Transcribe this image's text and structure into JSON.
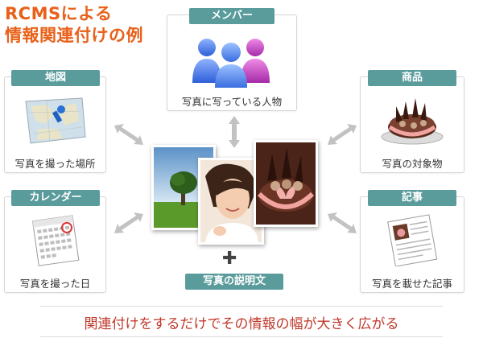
{
  "title_line1": "RCMSによる",
  "title_line2": "情報関連付けの例",
  "members": {
    "tab": "メンバー",
    "caption": "写真に写っている人物",
    "icon": "people-icon"
  },
  "map": {
    "tab": "地図",
    "caption": "写真を撮った場所",
    "icon": "map-icon"
  },
  "products": {
    "tab": "商品",
    "caption": "写真の対象物",
    "icon": "cake-icon"
  },
  "calendar": {
    "tab": "カレンダー",
    "caption": "写真を撮った日",
    "icon": "calendar-icon"
  },
  "articles": {
    "tab": "記事",
    "caption": "写真を載せた記事",
    "icon": "article-icon"
  },
  "center": {
    "caption": "写真の説明文",
    "plus": "✚"
  },
  "tagline": "関連付けをするだけでその情報の幅が大きく広がる",
  "colors": {
    "accent": "#e8611a",
    "tab": "#5a9b9c",
    "tagline": "#c0392b",
    "arrow": "#b8b8b8"
  }
}
